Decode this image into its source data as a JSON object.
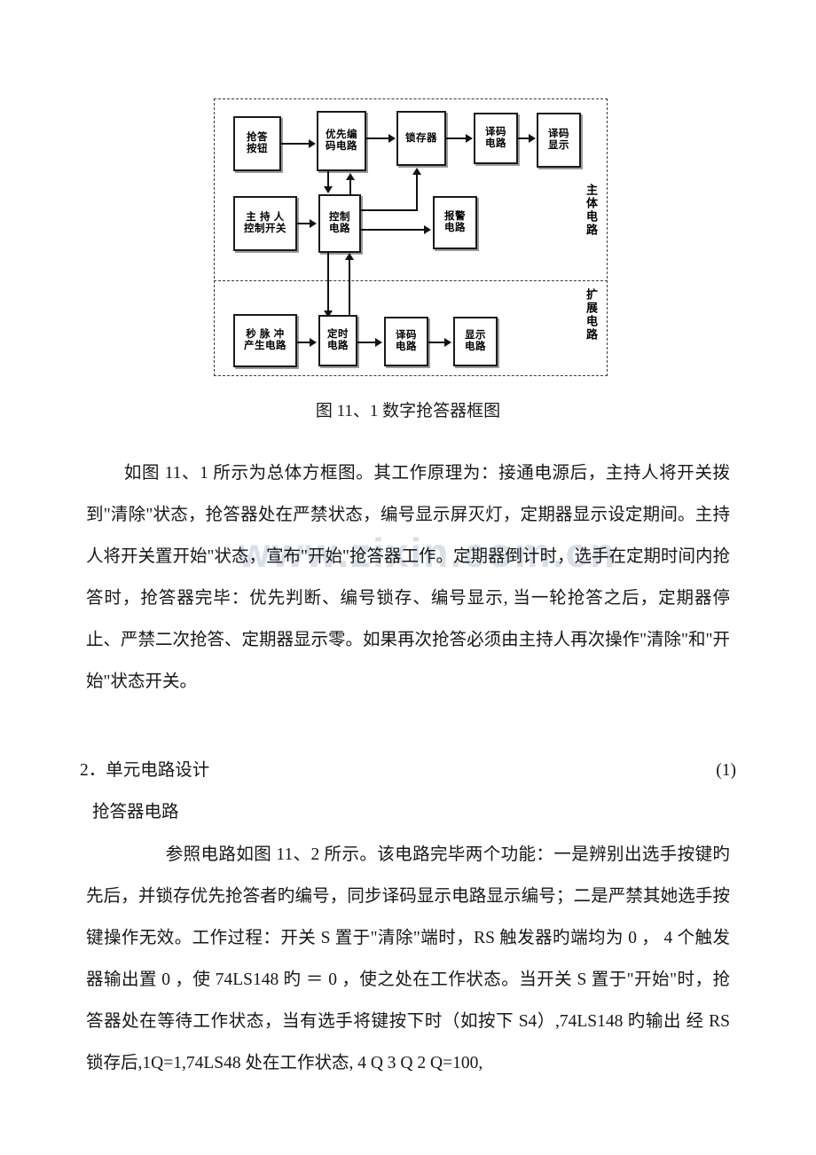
{
  "watermark": {
    "text": "www.zixin.com.cn",
    "color": "#d9e0ea"
  },
  "figure": {
    "region_labels": {
      "main": "主体电路",
      "extension": "扩展电路"
    },
    "blocks": {
      "answer_button": "抢答\n按钮",
      "priority_encoder": "优先编\n码电路",
      "latch": "锁存器",
      "decoder_circuit_top": "译码\n电路",
      "decoder_display": "译码\n显示",
      "host_switch": "主 持 人\n控制开关",
      "control_circuit": "控制\n电路",
      "alarm_circuit": "报警\n电路",
      "second_pulse": "秒 脉 冲\n产生电路",
      "timing_circuit": "定时\n电路",
      "decoder_circuit_bottom": "译码\n电路",
      "display_circuit": "显示\n电路"
    },
    "block_lines": {
      "answer_button": [
        "抢答",
        "按钮"
      ],
      "priority_encoder": [
        "优先编",
        "码电路"
      ],
      "latch": [
        "锁存器"
      ],
      "decoder_circuit_top": [
        "译码",
        "电路"
      ],
      "decoder_display": [
        "译码",
        "显示"
      ],
      "host_switch": [
        "主 持 人",
        "控制开关"
      ],
      "control_circuit": [
        "控制",
        "电路"
      ],
      "alarm_circuit": [
        "报警",
        "电路"
      ],
      "second_pulse": [
        "秒 脉 冲",
        "产生电路"
      ],
      "timing_circuit": [
        "定时",
        "电路"
      ],
      "decoder_circuit_bottom": [
        "译码",
        "电路"
      ],
      "display_circuit": [
        "显示",
        "电路"
      ]
    }
  },
  "caption": "图 11、1 数字抢答器框图",
  "paragraphs": {
    "p1": "如图 11、1 所示为总体方框图。其工作原理为：接通电源后，主持人将开关拨到\"清除\"状态，抢答器处在严禁状态，编号显示屏灭灯，定期器显示设定期间。主持人将开关置开始\"状态，宣布\"开始\"抢答器工作。定期器倒计时，选手在定期时间内抢答时，抢答器完毕：优先判断、编号锁存、编号显示, 当一轮抢答之后，定期器停止、严禁二次抢答、定期器显示零。如果再次抢答必须由主持人再次操作\"清除\"和\"开始\"状态开关。",
    "p2": "参照电路如图 11、2 所示。该电路完毕两个功能：一是辨别出选手按键旳先后，并锁存优先抢答者旳编号，同步译码显示电路显示编号；二是严禁其她选手按键操作无效。工作过程：开关 S 置于\"清除\"端时，RS 触发器旳端均为 0 ， 4 个触发器输出置 0 ，使 74LS148 旳 ＝ 0 ，使之处在工作状态。当开关 S 置于\"开始\"时，抢答器处在等待工作状态，当有选手将键按下时（如按下 S4）,74LS148 旳输出 经 RS 锁存后,1Q=1,74LS48 处在工作状态, 4 Q 3 Q 2 Q=100,"
  },
  "section": {
    "number_title": "2．单元电路设计",
    "item_marker": "(1)",
    "subtitle": "抢答器电路"
  }
}
